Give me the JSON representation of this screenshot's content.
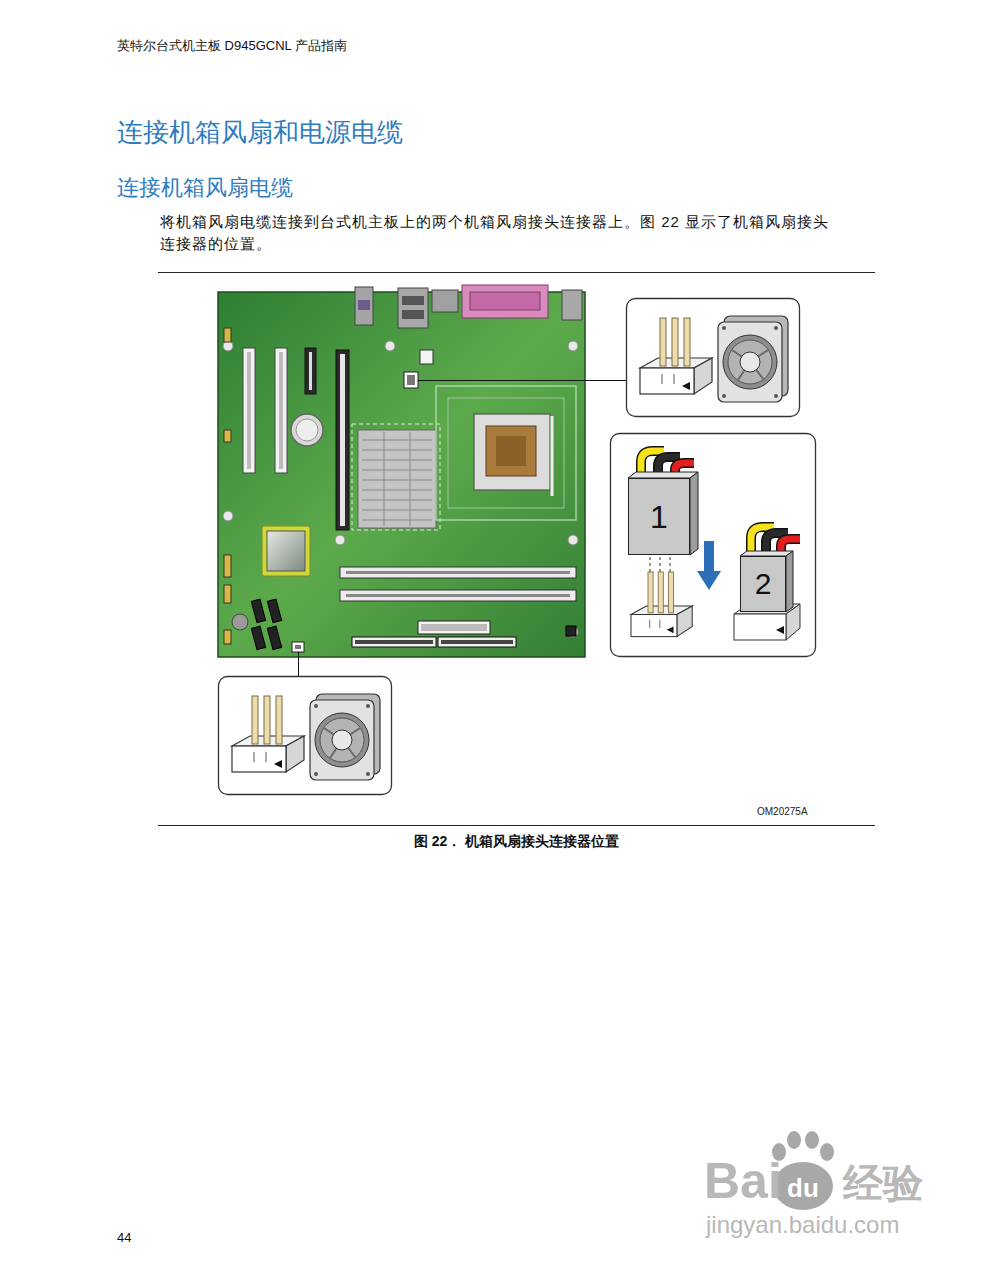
{
  "diagram": {
    "title": "连接机箱风扇和电源电缆",
    "caption": "图 22． 机箱风扇接头连接器位置",
    "nodes": [
      {
        "text": [
          "1"
        ]
      },
      {
        "text": [
          "2"
        ]
      }
    ],
    "labels": [
      "英特尔台式机主板 D945GCNL 产品指南",
      "连接机箱风扇电缆",
      "将机箱风扇电缆连接到台式机主板上的两个机箱风扇接头连接器上。图 22 显示了机箱风扇接头 连接器的位置。",
      "OM20275A",
      "44",
      "Bai",
      "du",
      "经验",
      "jingyan.baidu.com"
    ]
  }
}
